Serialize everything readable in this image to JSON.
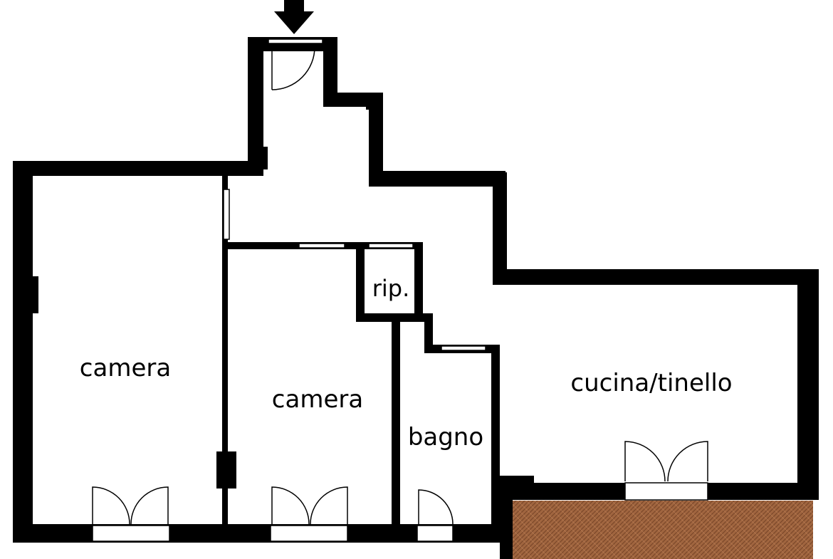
{
  "rooms": {
    "camera_left": {
      "label": "camera"
    },
    "camera_middle": {
      "label": "camera"
    },
    "ripostiglio": {
      "label": "rip."
    },
    "bagno": {
      "label": "bagno"
    },
    "cucina": {
      "label": "cucina/tinello"
    }
  },
  "entrance": {
    "icon": "arrow-down-icon"
  },
  "colors": {
    "wall": "#000000",
    "floor": "#ffffff",
    "terrace": "#a0653f",
    "terrace_pattern": "#6b3a20"
  }
}
